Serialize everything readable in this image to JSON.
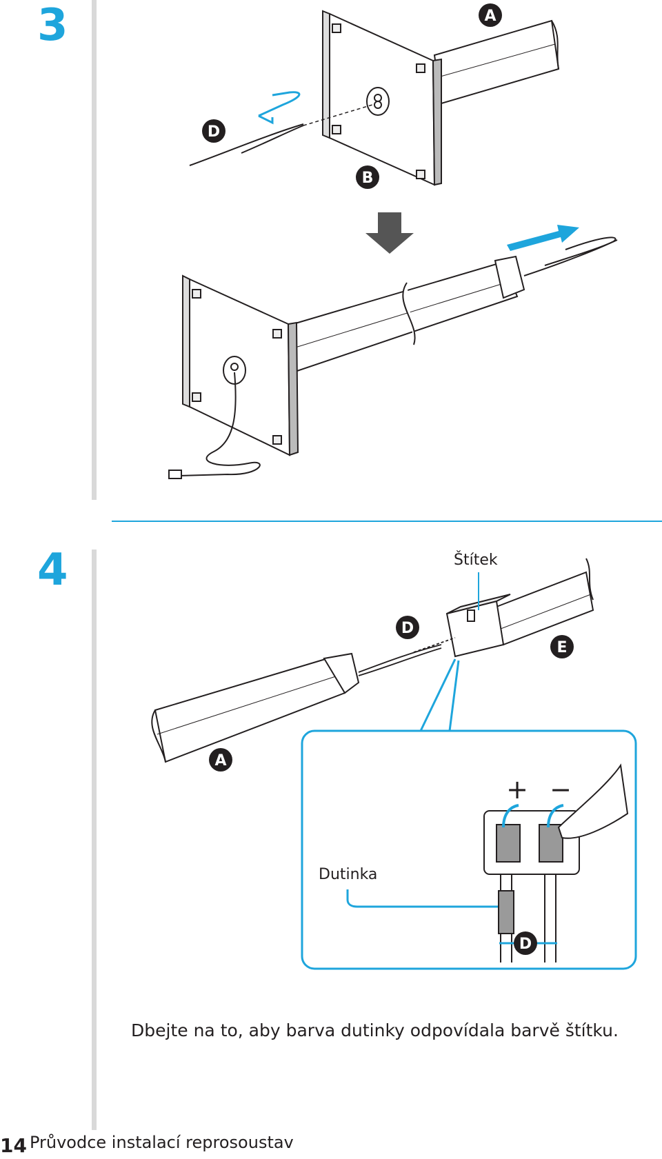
{
  "steps": {
    "step3": {
      "number": "3"
    },
    "step4": {
      "number": "4"
    }
  },
  "badges": {
    "a": "A",
    "b": "B",
    "d": "D",
    "e": "E"
  },
  "labels": {
    "stitek": "Štítek",
    "dutinka": "Dutinka",
    "plus": "+",
    "minus": "−"
  },
  "caption": "Dbejte na to, aby barva dutinky odpovídala barvě štítku.",
  "footer": {
    "page_number": "14",
    "title": "Průvodce instalací reprosoustav"
  },
  "colors": {
    "accent": "#1ea5dc",
    "ink": "#231f20",
    "arrow_gray": "#555555"
  }
}
